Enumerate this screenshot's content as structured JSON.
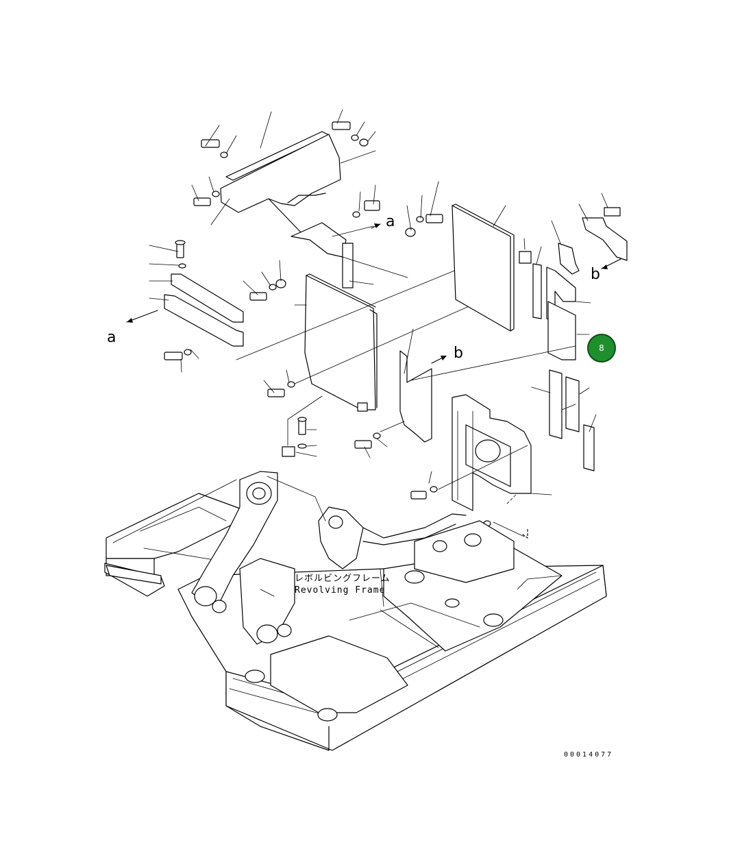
{
  "diagram": {
    "frame_label_jp": "レボルビングフレーム",
    "frame_label_en": "Revolving Frame",
    "drawing_number": "00014077",
    "reference_markers": {
      "a_left": "a",
      "a_right": "a",
      "b_right": "b",
      "b_middle": "b"
    },
    "callout": {
      "number": "8",
      "color": "#1f8f2e"
    }
  }
}
